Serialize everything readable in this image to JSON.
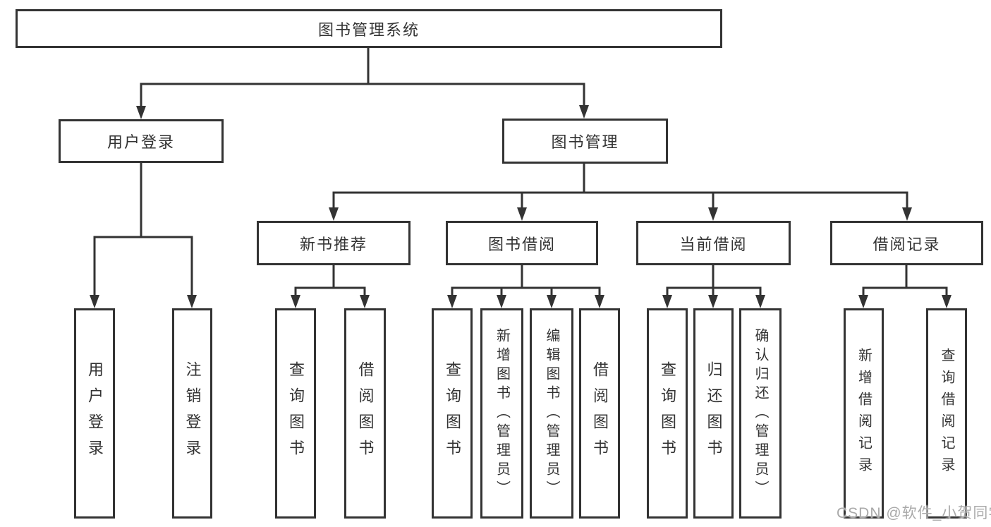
{
  "colors": {
    "line": "#333333",
    "box_border": "#333333",
    "box_fill": "#ffffff",
    "text": "#333333",
    "watermark_text": "#a9a9a9",
    "background": "#ffffff"
  },
  "diagram_type": "hierarchy-tree",
  "tree": {
    "root": {
      "label": "图书管理系统",
      "children": [
        {
          "label": "用户登录",
          "children": [
            {
              "label": "用户登录"
            },
            {
              "label": "注销登录"
            }
          ]
        },
        {
          "label": "图书管理",
          "children": [
            {
              "label": "新书推荐",
              "children": [
                {
                  "label": "查询图书"
                },
                {
                  "label": "借阅图书"
                }
              ]
            },
            {
              "label": "图书借阅",
              "children": [
                {
                  "label": "查询图书"
                },
                {
                  "label": "新增图书（管理员）"
                },
                {
                  "label": "编辑图书（管理员）"
                },
                {
                  "label": "借阅图书"
                }
              ]
            },
            {
              "label": "当前借阅",
              "children": [
                {
                  "label": "查询图书"
                },
                {
                  "label": "归还图书"
                },
                {
                  "label": "确认归还（管理员）"
                }
              ]
            },
            {
              "label": "借阅记录",
              "children": [
                {
                  "label": "新增借阅记录"
                },
                {
                  "label": "查询借阅记录"
                }
              ]
            }
          ]
        }
      ]
    }
  },
  "watermark": "CSDN @软件_小贺同学"
}
